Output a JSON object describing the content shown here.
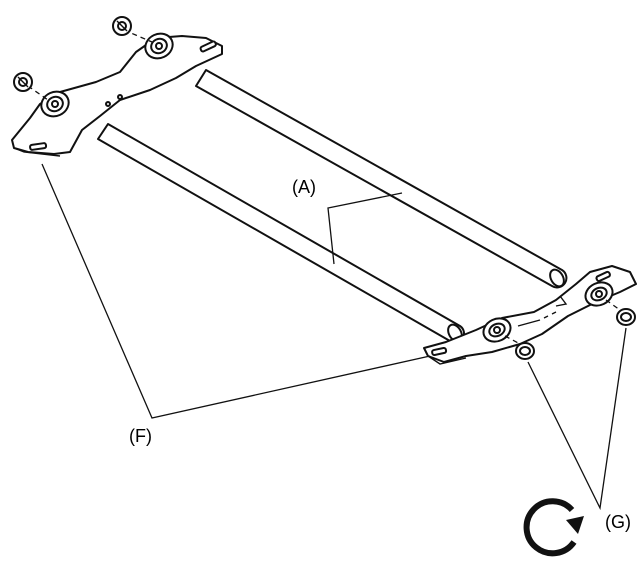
{
  "labels": {
    "a": "(A)",
    "f": "(F)",
    "g": "(G)"
  },
  "icons": {
    "rotate": "clockwise-rotation-arrow-icon"
  }
}
